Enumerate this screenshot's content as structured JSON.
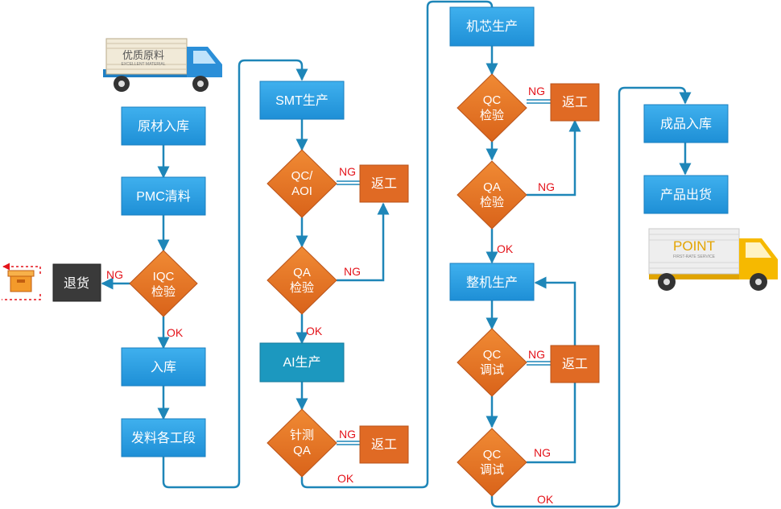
{
  "colors": {
    "process": "#2d9ee0",
    "process_dark": "#1b87c9",
    "ai_process": "#1c98bf",
    "decision": "#e8741f",
    "rework": "#e06a24",
    "reject": "#3a3a3a",
    "flow_line": "#1e86b8",
    "tag_text": "#e4141b"
  },
  "trucks": {
    "raw_material_truck": {
      "title": "优质原料",
      "subtitle": "EXCELLENT MATERIAL"
    },
    "delivery_truck": {
      "title": "POINT",
      "subtitle": "FIRST-RATE SERVICE"
    }
  },
  "nodes": {
    "raw_storage": "原材入库",
    "pmc": "PMC清料",
    "iqc_line1": "IQC",
    "iqc_line2": "检验",
    "return_goods": "退货",
    "storage": "入库",
    "dispatch": "发料各工段",
    "smt": "SMT生产",
    "qc_aoi_line1": "QC/",
    "qc_aoi_line2": "AOI",
    "rework_1": "返工",
    "qa1_line1": "QA",
    "qa1_line2": "检验",
    "ai": "AI生产",
    "pin_qa_line1": "针测",
    "pin_qa_line2": "QA",
    "rework_2": "返工",
    "core": "机芯生产",
    "qc3_line1": "QC",
    "qc3_line2": "检验",
    "rework_3": "返工",
    "qa2_line1": "QA",
    "qa2_line2": "检验",
    "assembly": "整机生产",
    "qc_debug1_line1": "QC",
    "qc_debug1_line2": "调试",
    "rework_4": "返工",
    "qc_debug2_line1": "QC",
    "qc_debug2_line2": "调试",
    "finished_storage": "成品入库",
    "shipping": "产品出货"
  },
  "tags": {
    "ng_iqc": "NG",
    "ok_iqc": "OK",
    "ng_aoi": "NG",
    "ng_qa1": "NG",
    "ok_qa1": "OK",
    "ng_pin": "NG",
    "ok_pin": "OK",
    "ng_qc3": "NG",
    "ng_qa2": "NG",
    "ok_qa2": "OK",
    "ng_debug1": "NG",
    "ng_debug2": "NG",
    "ok_debug2": "OK"
  }
}
